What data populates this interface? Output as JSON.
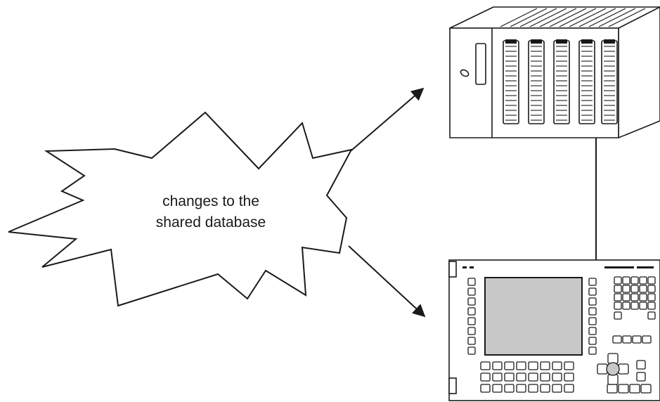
{
  "diagram": {
    "callout": {
      "line1": "changes to the",
      "line2": "shared database"
    },
    "nodes": [
      {
        "id": "plc-rack",
        "icon": "plc-rack-icon"
      },
      {
        "id": "operator-panel",
        "icon": "operator-panel-icon"
      }
    ],
    "edges": [
      {
        "from": "callout",
        "to": "plc-rack",
        "arrow": true
      },
      {
        "from": "callout",
        "to": "operator-panel",
        "arrow": true
      },
      {
        "from": "plc-rack",
        "to": "operator-panel",
        "arrow": false
      }
    ],
    "colors": {
      "line": "#1a1a1a",
      "screen": "#c8c8c8",
      "device_fill": "#ffffff"
    }
  }
}
